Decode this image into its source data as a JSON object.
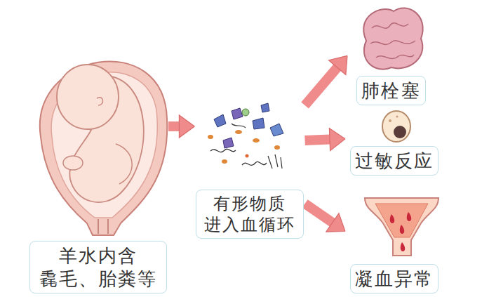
{
  "diagram": {
    "nodes": [
      {
        "text": [
          "羊水内含 毳毛、胎粪等"
        ]
      },
      {
        "text": [
          "有形物质 进入血循环"
        ]
      },
      {
        "text": [
          "肺栓塞"
        ]
      },
      {
        "text": [
          "过敏反应"
        ]
      },
      {
        "text": [
          "凝血异常"
        ]
      }
    ],
    "edges": [
      {
        "from": 0,
        "to": 1,
        "arrow": "to"
      },
      {
        "from": 1,
        "to": 2,
        "arrow": "to"
      },
      {
        "from": 1,
        "to": 3,
        "arrow": "to"
      },
      {
        "from": 1,
        "to": 4,
        "arrow": "to"
      }
    ]
  }
}
